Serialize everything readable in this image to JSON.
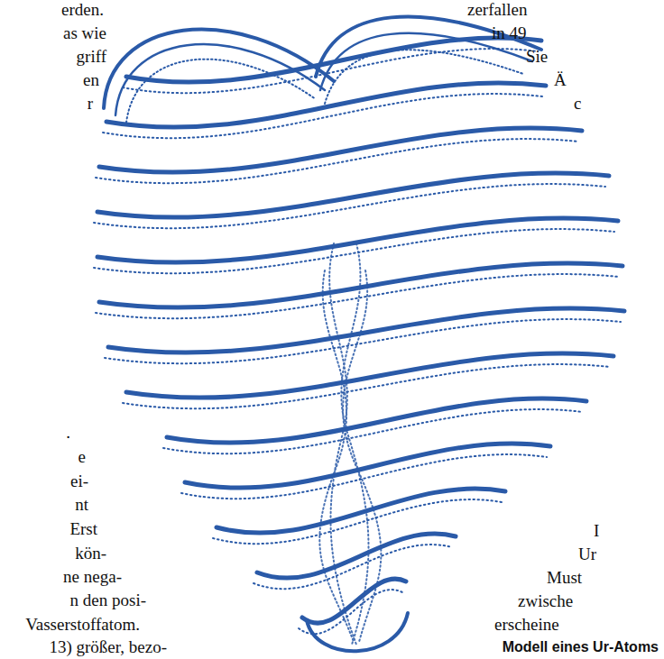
{
  "diagram": {
    "caption": "Modell eines Ur-Atoms",
    "labels": [
      "erden.",
      "as wie",
      "griff",
      "en",
      "r",
      ".",
      "e",
      "ei-",
      "nt",
      "Erst",
      "kön-",
      "ne nega-",
      "n den posi-",
      "Vasserstoffatom.",
      "13) größer, bezo-",
      "zerfallen",
      "in 49",
      "Sie",
      "Ä",
      "c",
      "I",
      "Ur",
      "Must",
      "zwische",
      "erscheine"
    ]
  }
}
